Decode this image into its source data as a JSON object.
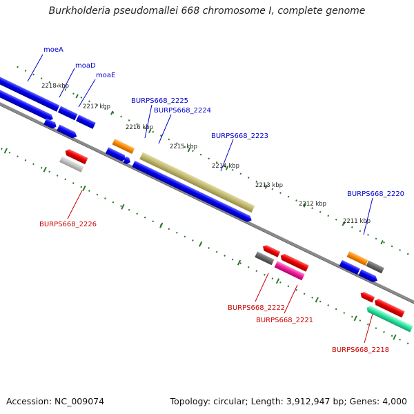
{
  "title": "Burkholderia pseudomallei 668 chromosome I, complete genome",
  "footer": {
    "accession": "Accession: NC_009074",
    "summary": "Topology: circular; Length: 3,912,947 bp; Genes: 4,000"
  },
  "colors": {
    "forward_label": "#0000cc",
    "reverse_label": "#cc0000",
    "tick_mark": "#2a7a2a",
    "backbone": "#888888"
  },
  "ticks": [
    "2218 kbp",
    "2217 kbp",
    "2216 kbp",
    "2215 kbp",
    "2214 kbp",
    "2213 kbp",
    "2212 kbp",
    "2211 kbp"
  ],
  "forward_labels": [
    "moeA",
    "moaD",
    "moaE",
    "BURPS668_2225",
    "BURPS668_2224",
    "BURPS668_2223",
    "BURPS668_2220"
  ],
  "reverse_labels": [
    "BURPS668_2226",
    "BURPS668_2222",
    "BURPS668_2221",
    "BURPS668_2218"
  ]
}
